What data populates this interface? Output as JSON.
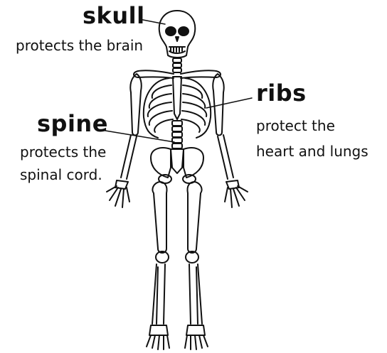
{
  "labels": {
    "skull": {
      "title": "skull",
      "description": "protects the brain"
    },
    "ribs": {
      "title": "ribs",
      "description_line1": "protect the",
      "description_line2": "heart and lungs"
    },
    "spine": {
      "title": "spine",
      "description_line1": "protects the",
      "description_line2": "spinal cord."
    }
  },
  "colors": {
    "ink": "#111111",
    "background": "#ffffff"
  }
}
